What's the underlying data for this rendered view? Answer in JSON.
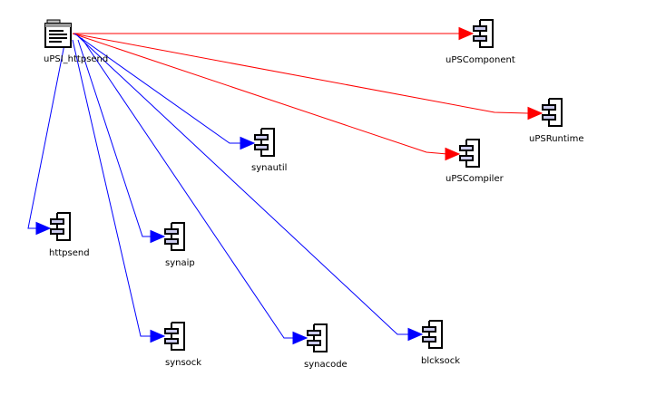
{
  "diagram": {
    "type": "unit-dependency-graph",
    "colors": {
      "uses_interface": "#ff0000",
      "uses_implementation": "#0000ff",
      "node_outline": "#000000",
      "port_fill": "#ccccee"
    },
    "source": {
      "id": "uPSI_httpsend",
      "label": "uPSI_httpsend",
      "icon": "source-file-icon"
    },
    "nodes": [
      {
        "id": "uPSComponent",
        "label": "uPSComponent",
        "icon": "component-icon"
      },
      {
        "id": "uPSRuntime",
        "label": "uPSRuntime",
        "icon": "component-icon"
      },
      {
        "id": "uPSCompiler",
        "label": "uPSCompiler",
        "icon": "component-icon"
      },
      {
        "id": "synautil",
        "label": "synautil",
        "icon": "component-icon"
      },
      {
        "id": "httpsend",
        "label": "httpsend",
        "icon": "component-icon"
      },
      {
        "id": "synaip",
        "label": "synaip",
        "icon": "component-icon"
      },
      {
        "id": "synsock",
        "label": "synsock",
        "icon": "component-icon"
      },
      {
        "id": "synacode",
        "label": "synacode",
        "icon": "component-icon"
      },
      {
        "id": "blcksock",
        "label": "blcksock",
        "icon": "component-icon"
      }
    ],
    "edges": [
      {
        "from": "uPSI_httpsend",
        "to": "uPSComponent",
        "color": "red"
      },
      {
        "from": "uPSI_httpsend",
        "to": "uPSRuntime",
        "color": "red"
      },
      {
        "from": "uPSI_httpsend",
        "to": "uPSCompiler",
        "color": "red"
      },
      {
        "from": "uPSI_httpsend",
        "to": "synautil",
        "color": "blue"
      },
      {
        "from": "uPSI_httpsend",
        "to": "httpsend",
        "color": "blue"
      },
      {
        "from": "uPSI_httpsend",
        "to": "synaip",
        "color": "blue"
      },
      {
        "from": "uPSI_httpsend",
        "to": "synsock",
        "color": "blue"
      },
      {
        "from": "uPSI_httpsend",
        "to": "synacode",
        "color": "blue"
      },
      {
        "from": "uPSI_httpsend",
        "to": "blcksock",
        "color": "blue"
      }
    ]
  }
}
